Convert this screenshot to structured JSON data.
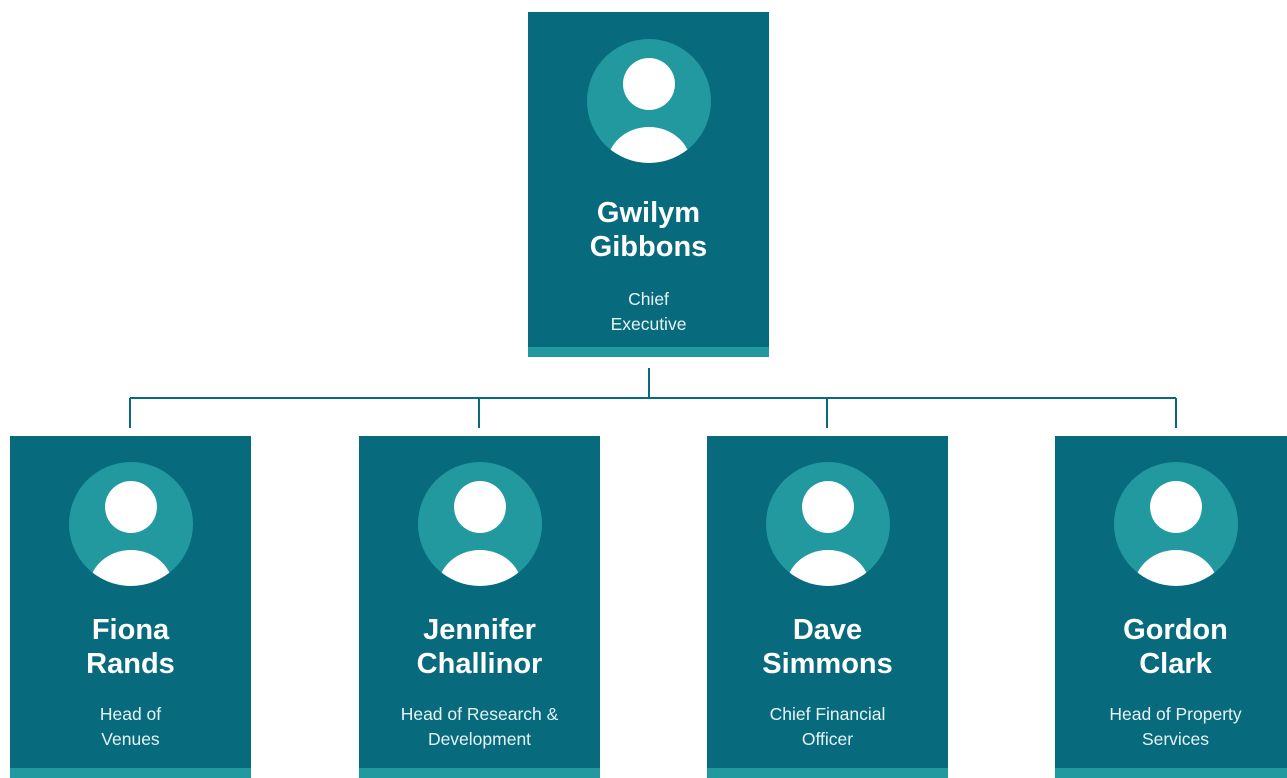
{
  "org_chart": {
    "root": {
      "name_line1": "Gwilym",
      "name_line2": "Gibbons",
      "role_line1": "Chief",
      "role_line2": "Executive"
    },
    "children": [
      {
        "name_line1": "Fiona",
        "name_line2": "Rands",
        "role_line1": "Head of",
        "role_line2": "Venues"
      },
      {
        "name_line1": "Jennifer",
        "name_line2": "Challinor",
        "role_line1": "Head of Research &",
        "role_line2": "Development"
      },
      {
        "name_line1": "Dave",
        "name_line2": "Simmons",
        "role_line1": "Chief Financial",
        "role_line2": "Officer"
      },
      {
        "name_line1": "Gordon",
        "name_line2": "Clark",
        "role_line1": "Head of Property",
        "role_line2": "Services"
      }
    ]
  },
  "colors": {
    "card": "#076b7d",
    "accent": "#21999f",
    "connector": "#076b7d"
  },
  "icons": {
    "avatar": "person-avatar-icon"
  }
}
